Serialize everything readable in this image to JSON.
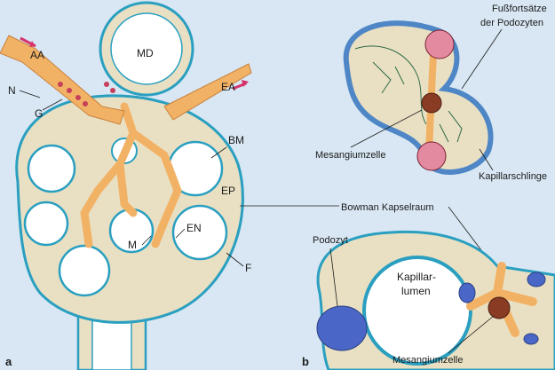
{
  "panels": {
    "a": "a",
    "b": "b"
  },
  "labels_a": {
    "aa": "AA",
    "md": "MD",
    "ea": "EA",
    "n": "N",
    "g": "G",
    "bm": "BM",
    "ep": "EP",
    "en": "EN",
    "m": "M",
    "f": "F"
  },
  "labels_b": {
    "fussfortsaetze_line1": "Fußfortsätze",
    "fussfortsaetze_line2": "der Podozyten",
    "mesangiumzelle_top": "Mesangiumzelle",
    "kapillarschlinge": "Kapillarschlinge",
    "bowman": "Bowman Kapselraum",
    "podozyt": "Podozyt",
    "kapillar_line1": "Kapillar-",
    "kapillar_line2": "lumen",
    "mesangiumzelle_bottom": "Mesangiumzelle"
  },
  "colors": {
    "background": "#d8e7f3",
    "capsule_fill": "#e9e0c3",
    "capsule_edge": "#2a9fc0",
    "mesangium": "#f2b266",
    "lumen": "#ffffff",
    "nucleus_blue": "#4a67c7",
    "nucleus_brown": "#8a3b24",
    "rbc": "#c7405a",
    "arrow": "#d6336c"
  }
}
